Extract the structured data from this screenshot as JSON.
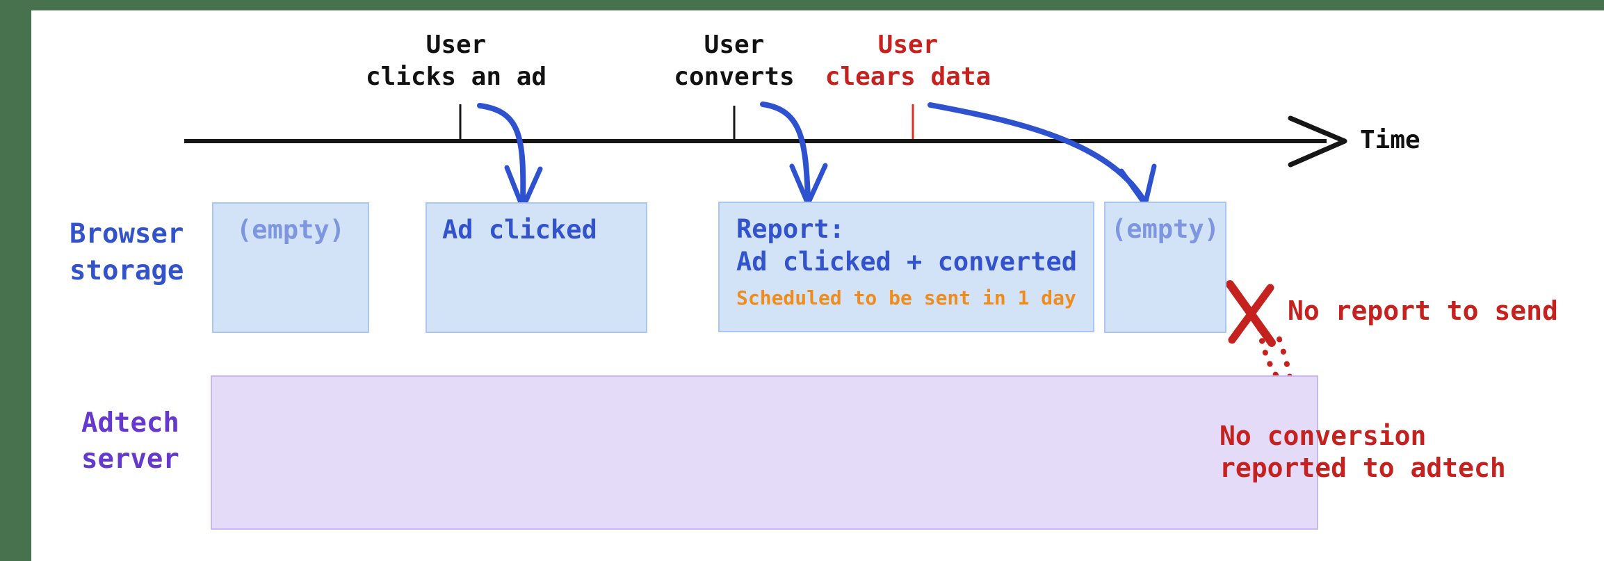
{
  "colors": {
    "frame_green": "#48714e",
    "event_black": "#111111",
    "axis_black": "#161616",
    "alert_red": "#c5221f",
    "tick_red": "#d93025",
    "arrow_blue": "#2e52cf",
    "label_blue": "#3353cc",
    "box_fill": "#d3e3f7",
    "box_border": "#aac6f2",
    "empty_blue": "#7e96df",
    "orange": "#ee8d1d",
    "purple_fill": "#e4dbf8",
    "purple_border": "#c9b8f0",
    "purple_text": "#6539cf"
  },
  "timeline": {
    "axis_label": "Time",
    "events": [
      {
        "line1": "User",
        "line2": "clicks an ad"
      },
      {
        "line1": "User",
        "line2": "converts"
      },
      {
        "line1": "User",
        "line2": "clears data"
      }
    ]
  },
  "rows": {
    "browser_storage": {
      "line1": "Browser",
      "line2": "storage"
    },
    "adtech_server": {
      "line1": "Adtech",
      "line2": "server"
    }
  },
  "storage_boxes": [
    {
      "text": "(empty)"
    },
    {
      "text": "Ad clicked"
    },
    {
      "title": "Report:",
      "subtitle": "Ad clicked + converted",
      "note": "Scheduled to be sent in 1 day"
    },
    {
      "text": "(empty)"
    }
  ],
  "annotations": {
    "no_report": "No report to send",
    "no_conversion_line1": "No conversion",
    "no_conversion_line2": "reported to adtech"
  }
}
